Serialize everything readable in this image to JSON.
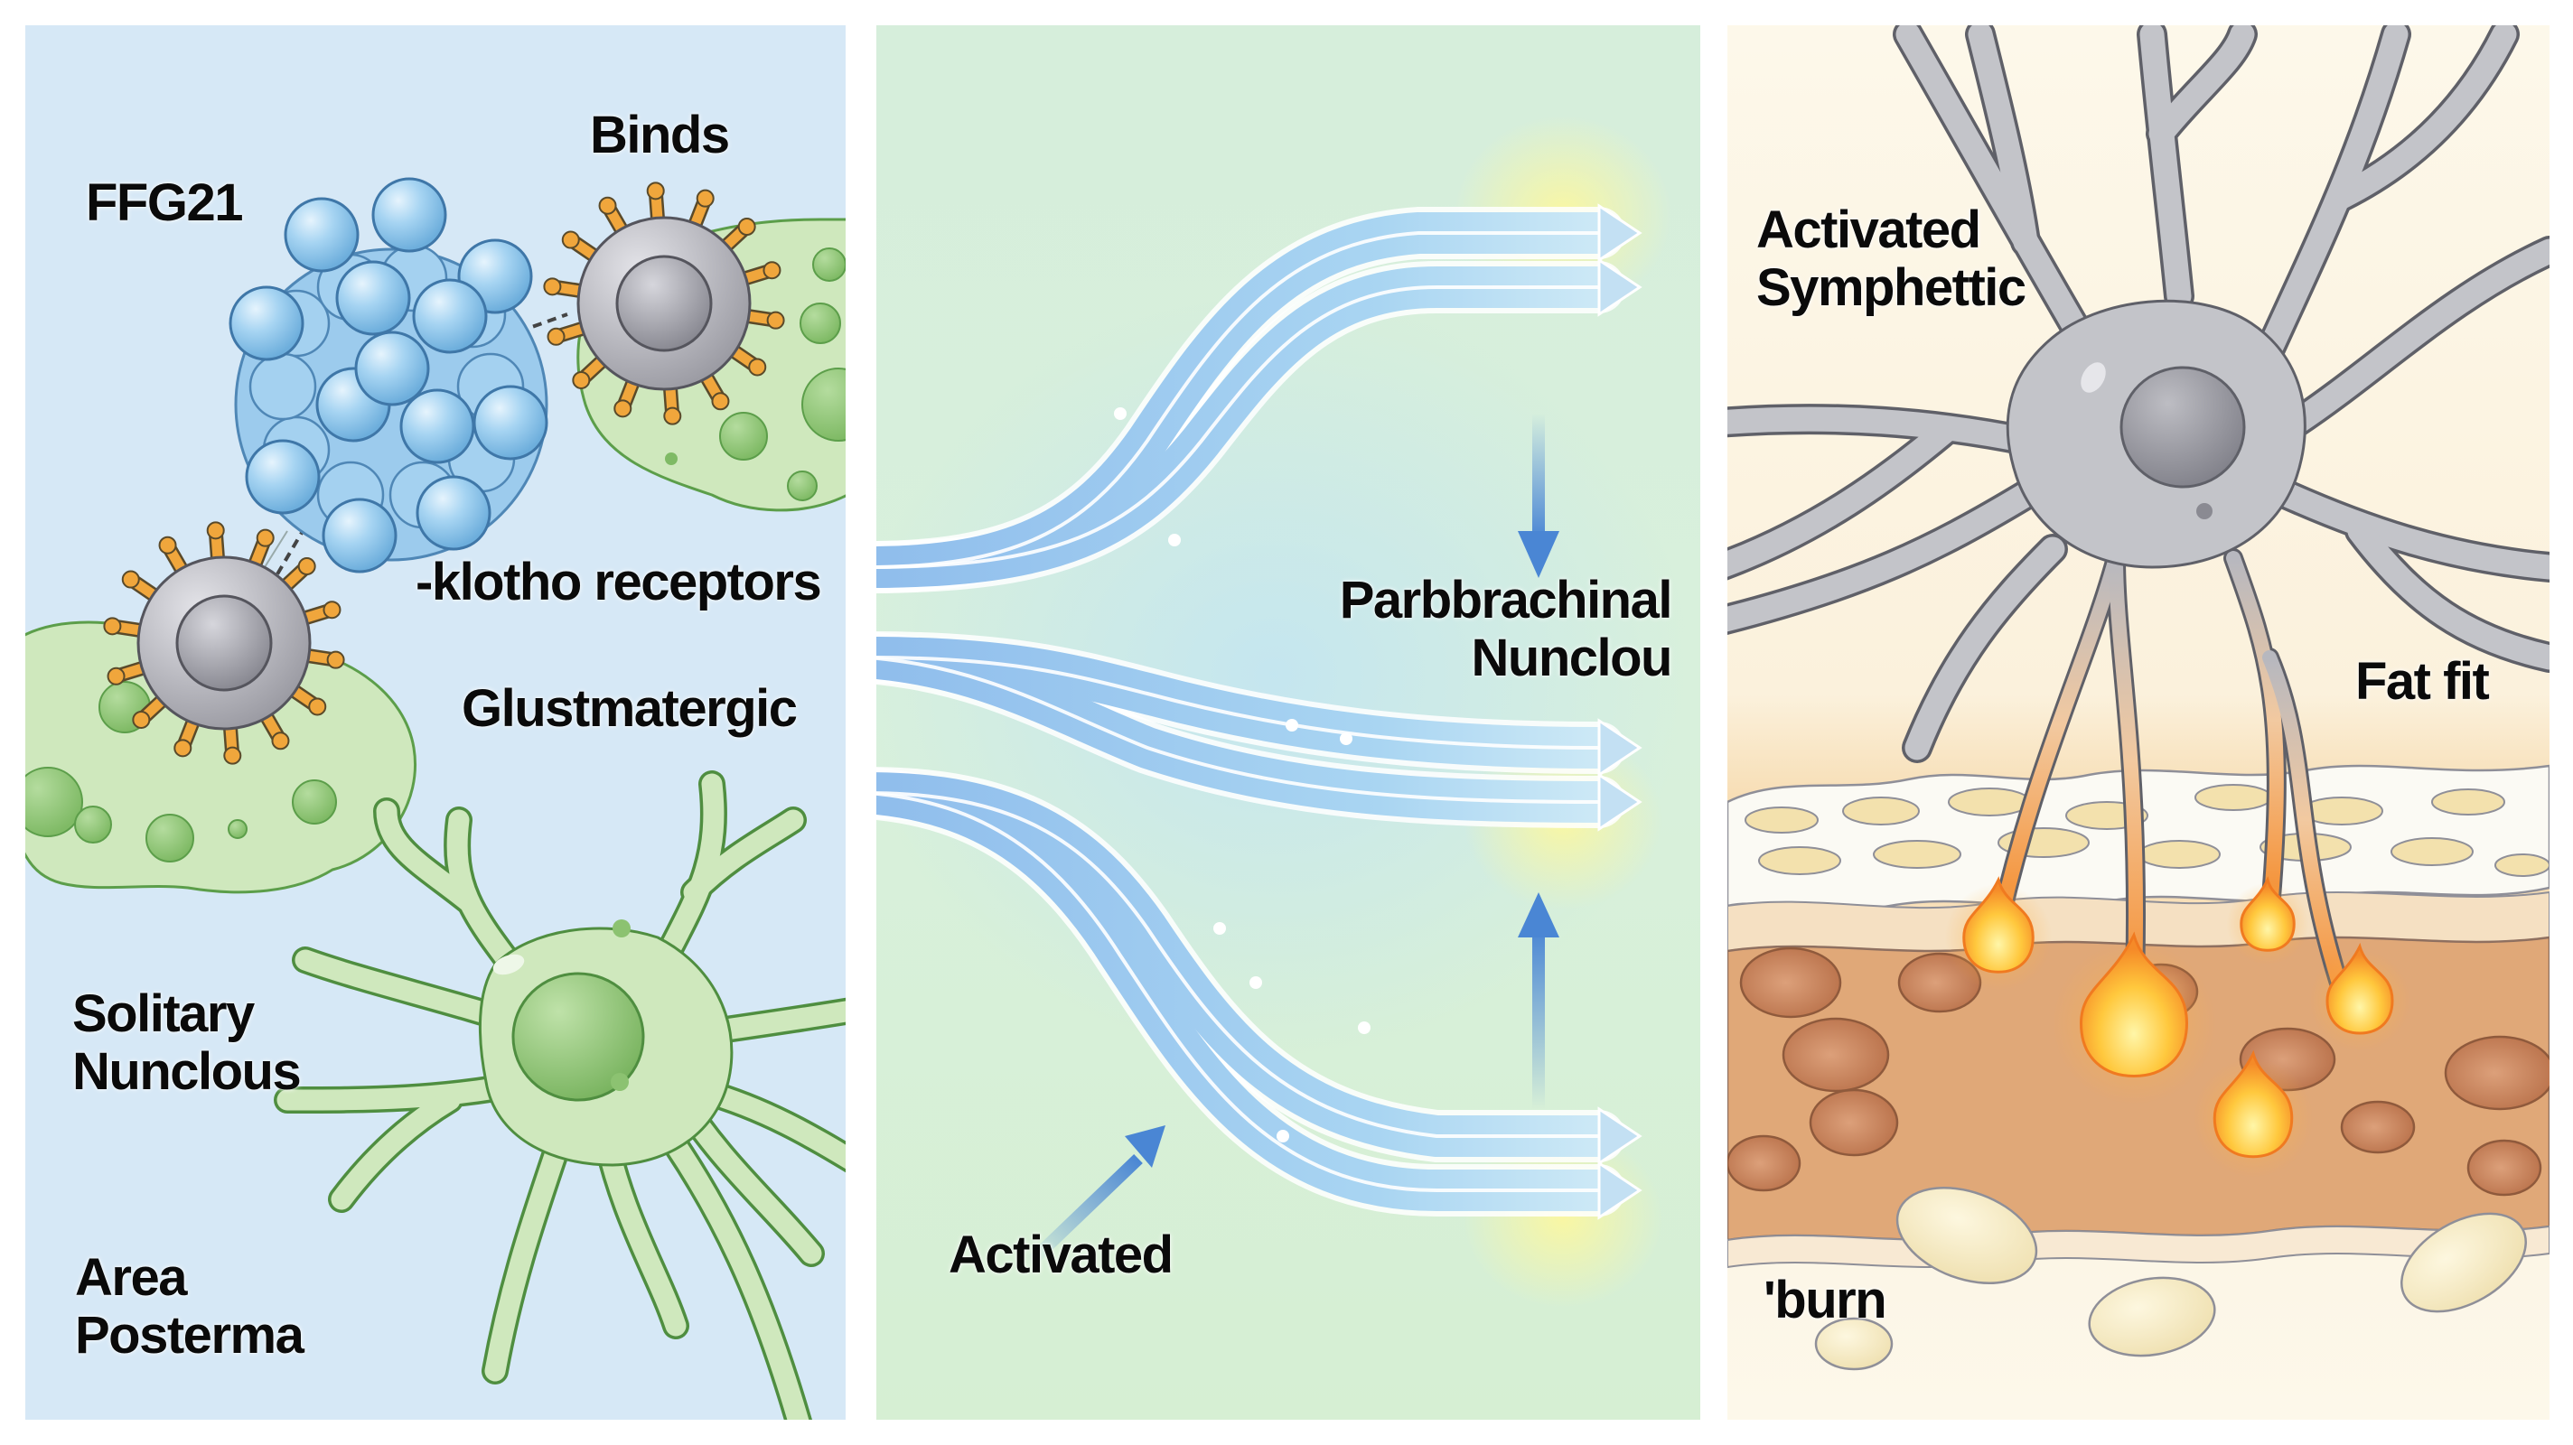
{
  "figure": {
    "panels": [
      {
        "id": "brainstem",
        "background": "#d6e8f6",
        "labels": {
          "ffg21": "FFG21",
          "binds": "Binds",
          "klotho": "-klotho receptors",
          "glutamatergic": "Glustmatergic",
          "solitary": [
            "Solitary",
            "Nunclous"
          ],
          "area_postrema": [
            "Area",
            "Posterma"
          ]
        }
      },
      {
        "id": "signal-pathway",
        "background": "#d6eedb",
        "labels": {
          "parabrachial": [
            "Parbbrachinal",
            "Nunclou"
          ],
          "activated": "Activated"
        }
      },
      {
        "id": "fat-tissue",
        "background": "#fdf8ea",
        "labels": {
          "sympathetic": [
            "Activated",
            "Symphettic"
          ],
          "fat_fit": "Fat fit",
          "burn": "'burn"
        }
      }
    ],
    "colors": {
      "protein_blue": "#8fc7ec",
      "receptor_gray": "#b9b9c0",
      "receptor_spike": "#f0a63c",
      "cell_green": "#cfe8bd",
      "cell_green_stroke": "#5c9e4a",
      "neuron_gray": "#c3c4c9",
      "pathway_blue": "#8cbdeb",
      "arrow_blue": "#4a86d4",
      "flame_orange": "#f58a28",
      "flame_yellow": "#ffe36a",
      "tissue_brown": "#e0a878",
      "tissue_dark": "#c7835a",
      "adipocyte": "#f3e1ad"
    }
  }
}
